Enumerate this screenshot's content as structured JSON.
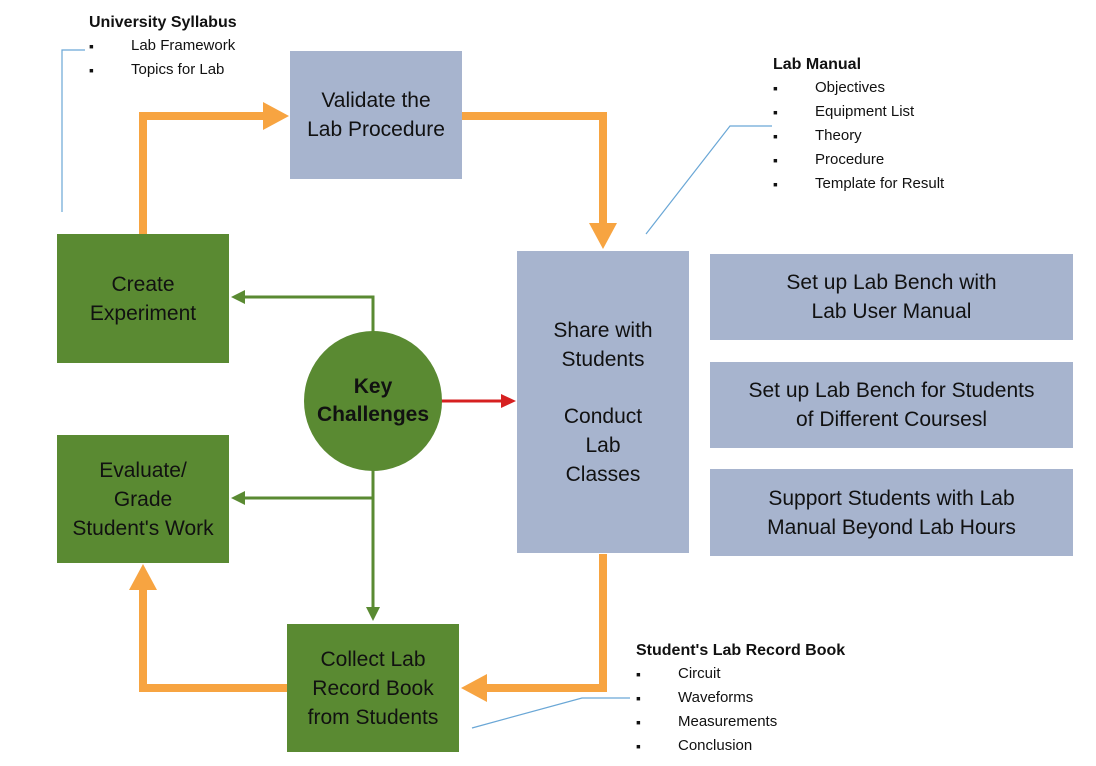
{
  "colors": {
    "green": "#5a8a32",
    "blue_grey": "#a7b4ce",
    "orange": "#f7a441",
    "red": "#d62020",
    "leader": "#6aa7d6"
  },
  "notes": {
    "syllabus": {
      "title": "University Syllabus",
      "items": [
        "Lab Framework",
        "Topics for Lab"
      ]
    },
    "lab_manual": {
      "title": "Lab Manual",
      "items": [
        "Objectives",
        "Equipment List",
        "Theory",
        "Procedure",
        "Template for Result"
      ]
    },
    "record_book": {
      "title": "Student's Lab Record Book",
      "items": [
        "Circuit",
        "Waveforms",
        "Measurements",
        "Conclusion"
      ]
    }
  },
  "boxes": {
    "validate": [
      "Validate the",
      "Lab Procedure"
    ],
    "create": [
      "Create",
      "Experiment"
    ],
    "evaluate": [
      "Evaluate/",
      "Grade",
      "Student's Work"
    ],
    "collect": [
      "Collect Lab",
      "Record Book",
      "from Students"
    ],
    "share": [
      "Share with",
      "Students"
    ],
    "conduct": [
      "Conduct",
      "Lab",
      "Classes"
    ],
    "key": [
      "Key",
      "Challenges"
    ]
  },
  "challenges": [
    [
      "Set up Lab Bench with",
      "Lab User Manual"
    ],
    [
      "Set up Lab Bench for Students",
      "of Different Coursesl"
    ],
    [
      "Support Students with Lab",
      "Manual Beyond Lab Hours"
    ]
  ]
}
